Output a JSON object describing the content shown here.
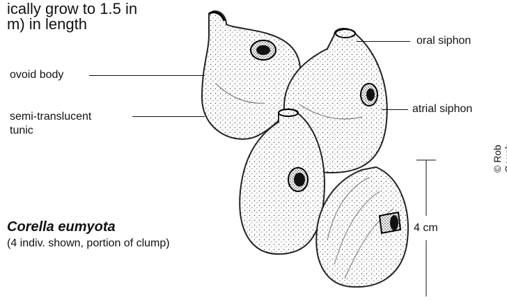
{
  "intro": {
    "line1": "ically grow to 1.5 in",
    "line2": "m) in length"
  },
  "labels": {
    "ovoid_body": "ovoid body",
    "semi_translucent_1": "semi-translucent",
    "semi_translucent_2": "tunic",
    "oral_siphon": "oral siphon",
    "atrial_siphon": "atrial siphon"
  },
  "scale": {
    "label": "4 cm"
  },
  "caption": {
    "species": "Corella eumyota",
    "note": "(4 indiv. shown, portion of clump)"
  },
  "credit": "© Rob Gough, DFBW"
}
